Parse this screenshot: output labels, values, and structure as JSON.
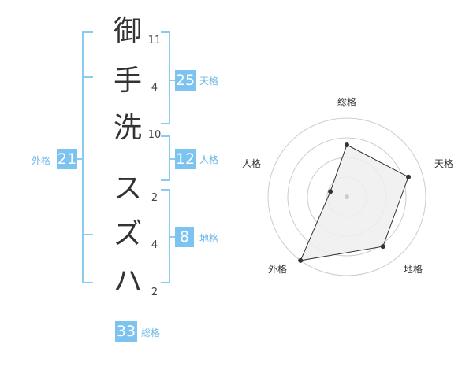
{
  "name": {
    "chars": [
      {
        "char": "御",
        "strokes": "11"
      },
      {
        "char": "手",
        "strokes": "4"
      },
      {
        "char": "洗",
        "strokes": "10"
      },
      {
        "char": "ス",
        "strokes": "2"
      },
      {
        "char": "ズ",
        "strokes": "4"
      },
      {
        "char": "ハ",
        "strokes": "2"
      }
    ]
  },
  "grades": {
    "tenkaku": {
      "value": "25",
      "label": "天格"
    },
    "jinkaku": {
      "value": "12",
      "label": "人格"
    },
    "chikaku": {
      "value": "8",
      "label": "地格"
    },
    "gaikaku": {
      "value": "21",
      "label": "外格"
    },
    "soukaku": {
      "value": "33",
      "label": "総格"
    }
  },
  "chart_data": {
    "type": "radar",
    "axes": [
      "総格",
      "天格",
      "地格",
      "外格",
      "人格"
    ],
    "values": [
      0.66,
      0.82,
      0.78,
      1.0,
      0.22
    ],
    "rings": 4,
    "colors": {
      "fill": "#eeeeee",
      "stroke": "#333333",
      "ring": "#cccccc",
      "accent": "#7cc4ef"
    }
  }
}
